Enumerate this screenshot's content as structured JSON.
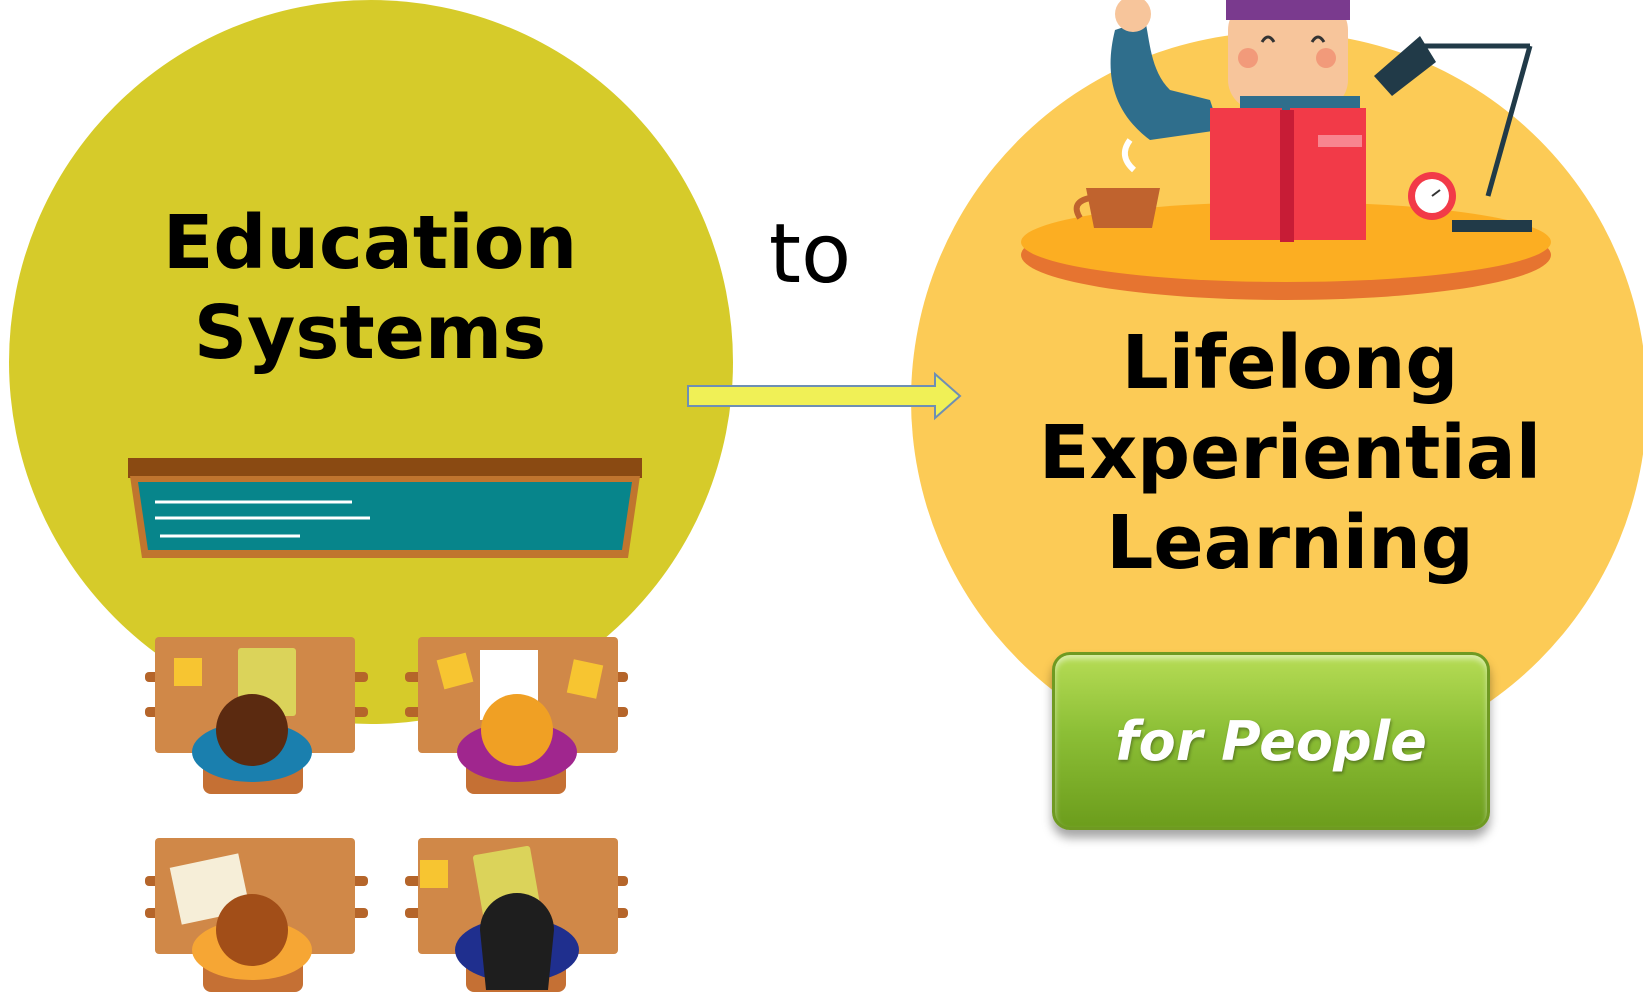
{
  "left_circle": {
    "title_line1": "Education",
    "title_line2": "Systems",
    "color": "#d6cb2a"
  },
  "connector": {
    "label": "to",
    "arrow_color": "#f0f056"
  },
  "right_circle": {
    "title_line1": "Lifelong",
    "title_line2": "Experiential",
    "title_line3": "Learning",
    "color": "#fccb56"
  },
  "button": {
    "label": "for People",
    "color": "#8cbf36"
  },
  "icons": [
    "chalkboard-icon",
    "student-desk-icon",
    "reading-person-icon",
    "coffee-cup-icon",
    "alarm-clock-icon",
    "desk-lamp-icon",
    "open-book-icon"
  ]
}
